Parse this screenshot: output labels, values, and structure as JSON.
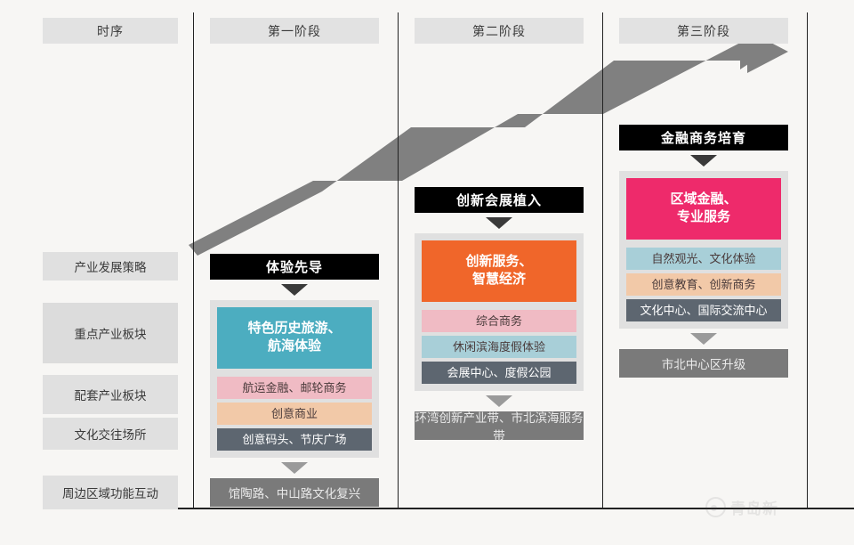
{
  "headers": [
    {
      "label": "时序"
    },
    {
      "label": "第一阶段"
    },
    {
      "label": "第二阶段"
    },
    {
      "label": "第三阶段"
    }
  ],
  "row_labels": [
    {
      "label": "产业发展策略"
    },
    {
      "label": "重点产业板块"
    },
    {
      "label": "配套产业板块"
    },
    {
      "label": "文化交往场所"
    },
    {
      "label": "周边区域功能互动"
    }
  ],
  "phases": [
    {
      "id": "phase-1",
      "title": "体验先导",
      "lead": "特色历史旅游、\n航海体验",
      "lead_color": "#4CADC0",
      "sub_boxes": [
        {
          "label": "航运金融、邮轮商务",
          "color": "#F0BBC4"
        },
        {
          "label": "创意商业",
          "color": "#F2C9A8"
        },
        {
          "label": "创意码头、节庆广场",
          "color": "#5D6670"
        }
      ],
      "footer": "馆陶路、中山路文化复兴"
    },
    {
      "id": "phase-2",
      "title": "创新会展植入",
      "lead": "创新服务、\n智慧经济",
      "lead_color": "#F0662A",
      "sub_boxes": [
        {
          "label": "综合商务",
          "color": "#F0BBC4"
        },
        {
          "label": "休闲滨海度假体验",
          "color": "#A8CFD8"
        },
        {
          "label": "会展中心、度假公园",
          "color": "#5D6670"
        }
      ],
      "footer": "环湾创新产业带、市北滨海服务带"
    },
    {
      "id": "phase-3",
      "title": "金融商务培育",
      "lead": "区域金融、\n专业服务",
      "lead_color": "#EE2A6B",
      "sub_boxes": [
        {
          "label": "自然观光、文化体验",
          "color": "#A8CFD8"
        },
        {
          "label": "创意教育、创新商务",
          "color": "#F2C9A8"
        },
        {
          "label": "文化中心、国际交流中心",
          "color": "#5D6670"
        }
      ],
      "footer": "市北中心区升级"
    }
  ],
  "arrow": {
    "color": "#808080",
    "description": "ascending-stepped-arrow"
  },
  "watermark": {
    "text": "青岛新"
  },
  "colors": {
    "page_background": "#F7F6F4",
    "chip_gray": "#E2E2E2",
    "container_gray": "#E0E0E0",
    "footer_gray": "#7A7A7A",
    "title_black": "#000000"
  }
}
